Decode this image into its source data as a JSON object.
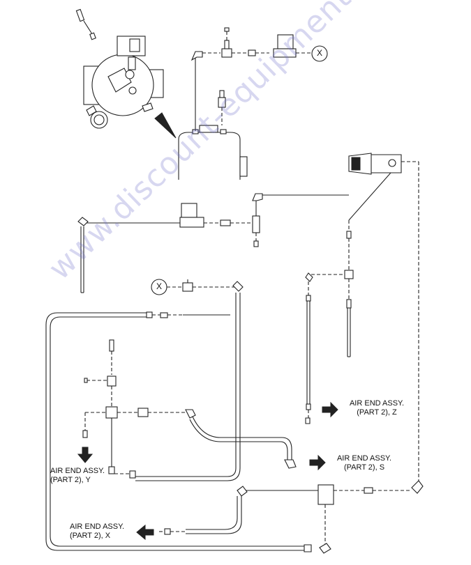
{
  "watermark": "www.discount-equipment.com",
  "connectors": {
    "x_top": "X",
    "x_mid": "X"
  },
  "callouts": {
    "z": [
      "AIR END ASSY.",
      "(PART 2), Z"
    ],
    "s": [
      "AIR END ASSY.",
      "(PART 2), S"
    ],
    "y": [
      "AIR END ASSY.",
      "(PART 2), Y"
    ],
    "x": [
      "AIR END ASSY.",
      "(PART 2), X"
    ]
  }
}
